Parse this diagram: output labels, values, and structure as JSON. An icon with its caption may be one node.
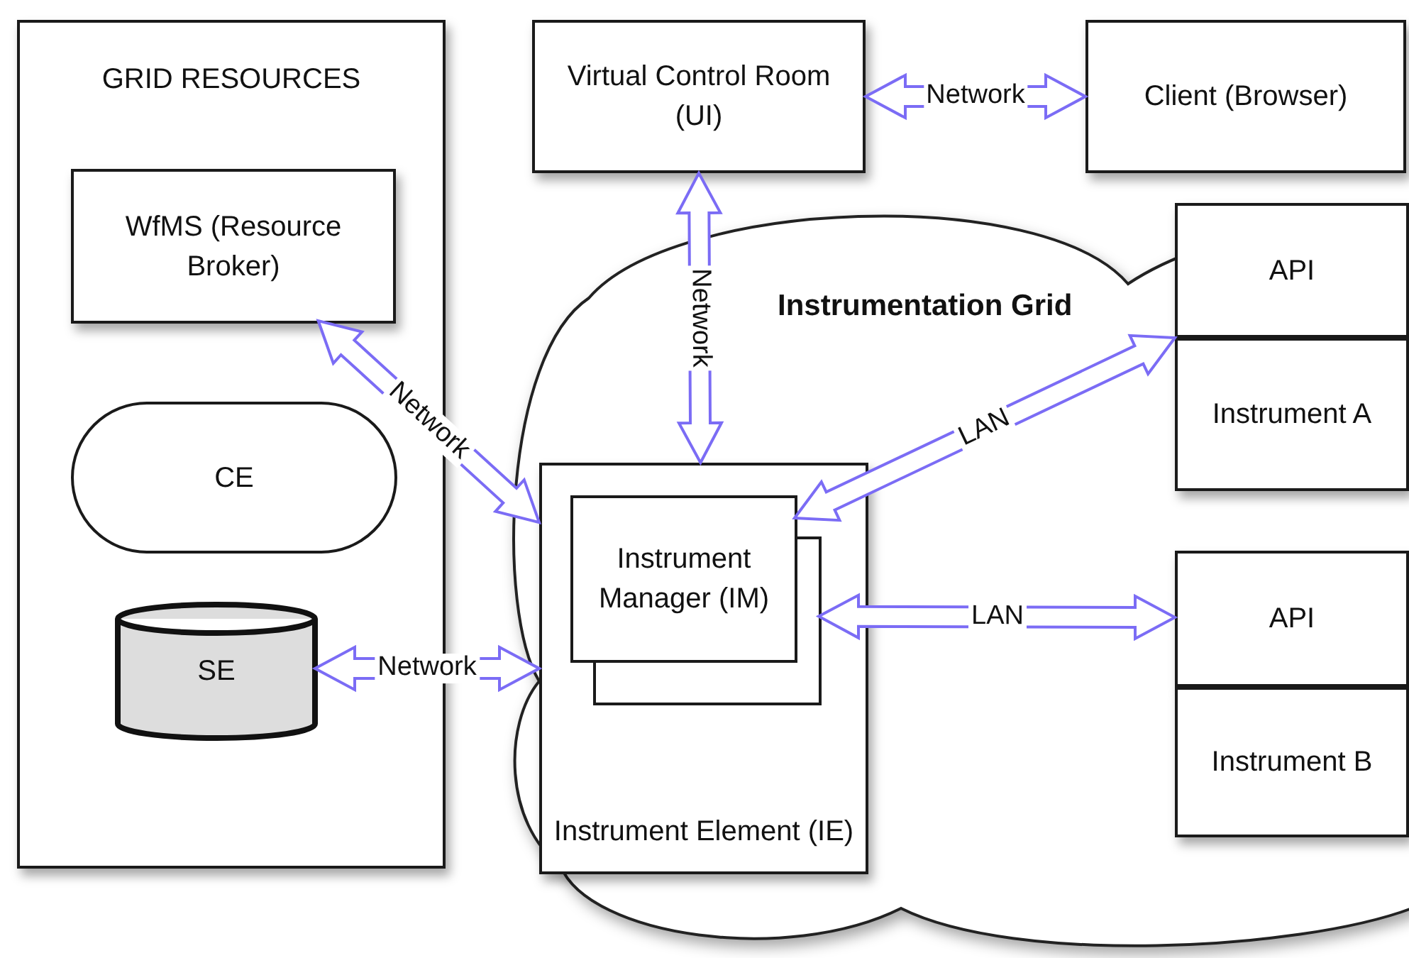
{
  "diagram": {
    "nodes": [
      {
        "text": [
          "GRID RESOURCES"
        ]
      },
      {
        "text": [
          "WfMS (Resource Broker)"
        ],
        "in": 0
      },
      {
        "text": [
          "CE"
        ],
        "in": 0
      },
      {
        "text": [
          "SE"
        ],
        "in": 0
      },
      {
        "text": [
          "Instrumentation Grid"
        ]
      },
      {
        "text": [
          "Virtual Control Room (UI)"
        ]
      },
      {
        "text": [
          "Client (Browser)"
        ]
      },
      {
        "text": [
          "Instrument Element (IE)"
        ],
        "in": 4
      },
      {
        "text": [
          "Instrument Manager (IM)"
        ],
        "in": 7
      },
      {
        "text": [
          "API"
        ],
        "in": 4
      },
      {
        "text": [
          "Instrument A"
        ],
        "in": 4
      },
      {
        "text": [
          "API"
        ],
        "in": 4
      },
      {
        "text": [
          "Instrument B"
        ],
        "in": 4
      }
    ],
    "edges": [
      {
        "from": 5,
        "to": 6,
        "arrow": "both",
        "label": "Network"
      },
      {
        "from": 5,
        "to": 7,
        "arrow": "both",
        "label": "Network"
      },
      {
        "from": 1,
        "to": 7,
        "arrow": "both",
        "label": "Network"
      },
      {
        "from": 3,
        "to": 7,
        "arrow": "both",
        "label": "Network"
      },
      {
        "from": 8,
        "to": 9,
        "arrow": "both",
        "label": "LAN"
      },
      {
        "from": 8,
        "to": 11,
        "arrow": "both",
        "label": "LAN"
      }
    ]
  }
}
